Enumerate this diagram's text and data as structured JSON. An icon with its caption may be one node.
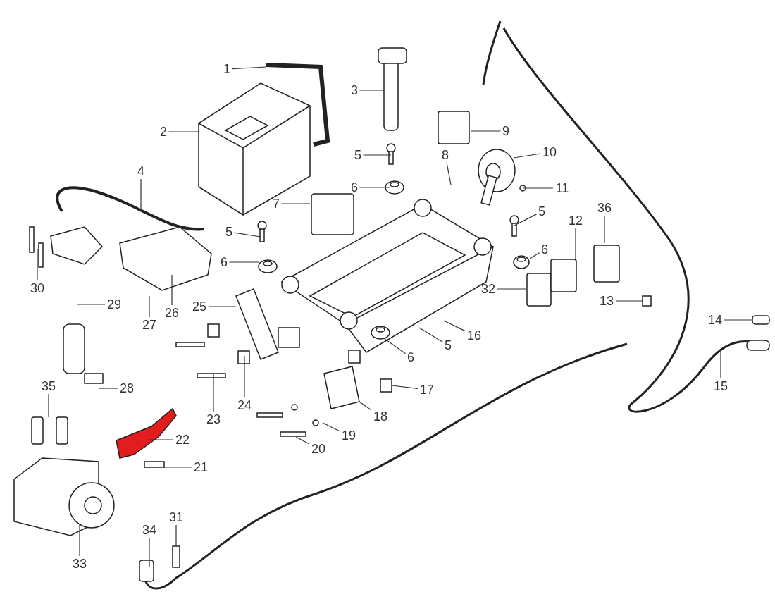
{
  "diagram": {
    "nodes": [
      {
        "text": [
          "1"
        ]
      },
      {
        "text": [
          "3"
        ]
      },
      {
        "text": [
          "2"
        ]
      },
      {
        "text": [
          "9"
        ]
      },
      {
        "text": [
          "5"
        ]
      },
      {
        "text": [
          "10"
        ]
      },
      {
        "text": [
          "8"
        ]
      },
      {
        "text": [
          "4"
        ]
      },
      {
        "text": [
          "6"
        ]
      },
      {
        "text": [
          "11"
        ]
      },
      {
        "text": [
          "7"
        ]
      },
      {
        "text": [
          "36"
        ]
      },
      {
        "text": [
          "5"
        ]
      },
      {
        "text": [
          "12"
        ]
      },
      {
        "text": [
          "5"
        ]
      },
      {
        "text": [
          "6"
        ]
      },
      {
        "text": [
          "6"
        ]
      },
      {
        "text": [
          "30"
        ]
      },
      {
        "text": [
          "32"
        ]
      },
      {
        "text": [
          "13"
        ]
      },
      {
        "text": [
          "29"
        ]
      },
      {
        "text": [
          "25"
        ]
      },
      {
        "text": [
          "26"
        ]
      },
      {
        "text": [
          "14"
        ]
      },
      {
        "text": [
          "27"
        ]
      },
      {
        "text": [
          "16"
        ]
      },
      {
        "text": [
          "5"
        ]
      },
      {
        "text": [
          "6"
        ]
      },
      {
        "text": [
          "15"
        ]
      },
      {
        "text": [
          "35"
        ]
      },
      {
        "text": [
          "28"
        ]
      },
      {
        "text": [
          "17"
        ]
      },
      {
        "text": [
          "24"
        ]
      },
      {
        "text": [
          "18"
        ]
      },
      {
        "text": [
          "23"
        ]
      },
      {
        "text": [
          "19"
        ]
      },
      {
        "text": [
          "22"
        ]
      },
      {
        "text": [
          "20"
        ]
      },
      {
        "text": [
          "21"
        ]
      },
      {
        "text": [
          "31"
        ]
      },
      {
        "text": [
          "34"
        ]
      },
      {
        "text": [
          "33"
        ]
      }
    ],
    "edges": [
      {
        "from": 0,
        "to": null,
        "arrow": "none"
      },
      {
        "from": 1,
        "to": null,
        "arrow": "none"
      },
      {
        "from": 2,
        "to": null,
        "arrow": "none"
      },
      {
        "from": 3,
        "to": null,
        "arrow": "none"
      },
      {
        "from": 4,
        "to": null,
        "arrow": "none"
      },
      {
        "from": 5,
        "to": null,
        "arrow": "none"
      },
      {
        "from": 6,
        "to": null,
        "arrow": "none"
      },
      {
        "from": 7,
        "to": null,
        "arrow": "none"
      },
      {
        "from": 8,
        "to": null,
        "arrow": "none"
      },
      {
        "from": 9,
        "to": null,
        "arrow": "none"
      },
      {
        "from": 10,
        "to": null,
        "arrow": "none"
      },
      {
        "from": 11,
        "to": null,
        "arrow": "none"
      },
      {
        "from": 12,
        "to": null,
        "arrow": "none"
      },
      {
        "from": 13,
        "to": null,
        "arrow": "none"
      },
      {
        "from": 14,
        "to": null,
        "arrow": "none"
      },
      {
        "from": 15,
        "to": null,
        "arrow": "none"
      },
      {
        "from": 16,
        "to": null,
        "arrow": "none"
      },
      {
        "from": 17,
        "to": null,
        "arrow": "none"
      },
      {
        "from": 18,
        "to": null,
        "arrow": "none"
      },
      {
        "from": 19,
        "to": null,
        "arrow": "none"
      },
      {
        "from": 20,
        "to": null,
        "arrow": "none"
      },
      {
        "from": 21,
        "to": null,
        "arrow": "none"
      },
      {
        "from": 22,
        "to": null,
        "arrow": "none"
      },
      {
        "from": 23,
        "to": null,
        "arrow": "none"
      },
      {
        "from": 24,
        "to": null,
        "arrow": "none"
      },
      {
        "from": 25,
        "to": null,
        "arrow": "none"
      },
      {
        "from": 26,
        "to": null,
        "arrow": "none"
      },
      {
        "from": 27,
        "to": null,
        "arrow": "none"
      },
      {
        "from": 28,
        "to": null,
        "arrow": "none"
      },
      {
        "from": 29,
        "to": null,
        "arrow": "none"
      },
      {
        "from": 30,
        "to": null,
        "arrow": "none"
      },
      {
        "from": 31,
        "to": null,
        "arrow": "none"
      },
      {
        "from": 32,
        "to": null,
        "arrow": "none"
      },
      {
        "from": 33,
        "to": null,
        "arrow": "none"
      },
      {
        "from": 34,
        "to": null,
        "arrow": "none"
      },
      {
        "from": 35,
        "to": null,
        "arrow": "none"
      },
      {
        "from": 36,
        "to": null,
        "arrow": "none"
      },
      {
        "from": 37,
        "to": null,
        "arrow": "none"
      },
      {
        "from": 38,
        "to": null,
        "arrow": "none"
      },
      {
        "from": 39,
        "to": null,
        "arrow": "none"
      },
      {
        "from": 40,
        "to": null,
        "arrow": "none"
      },
      {
        "from": 41,
        "to": null,
        "arrow": "none"
      }
    ]
  }
}
